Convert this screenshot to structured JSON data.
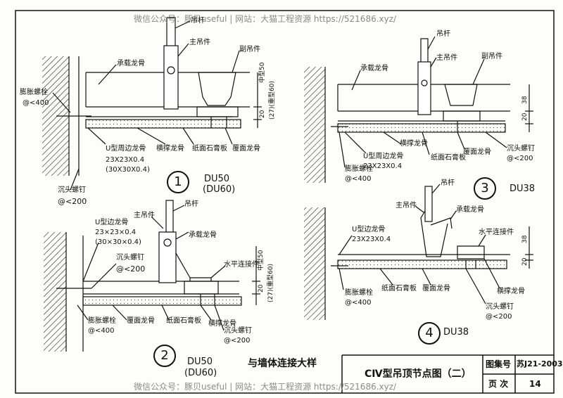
{
  "watermark_top": "微信公众号：豚贝useful | 网站：大猫工程资源 https://521686.xyz/",
  "watermark_bottom": "微信公众号：豚贝useful | 网站：大猫工程资源 https://521686.xyz/",
  "labels": {
    "diaogan": "吊杆",
    "zhudiaojian": "主吊件",
    "fudiaojian": "副吊件",
    "chengzailonggu": "承载龙骨",
    "pengzhangluoshuan": "膨胀螺栓",
    "u_bian": "U型周边龙骨",
    "hengcheng": "横撑龙骨",
    "zhimian": "纸面石膏板",
    "fumian": "覆面龙骨",
    "chentou": "沉头螺钉",
    "shuiping": "水平连接件",
    "u_bian2": "U型边龙骨"
  },
  "dims": {
    "s400": "@<400",
    "s200": "@<200",
    "u1": "23X23X0.4",
    "u1b": "(30X30X0.4)",
    "u2": "23×23×0.4",
    "u2b": "(30×30×0.4)",
    "d20": "20",
    "d38": "38",
    "d50": "中型50",
    "d60": "(27)(重型60)"
  },
  "details": {
    "d1_num": "1",
    "d1_code": "DU50",
    "d1_code2": "(DU60)",
    "d2_num": "2",
    "d2_code": "DU50",
    "d2_code2": "(DU60)",
    "d3_num": "3",
    "d3_code": "DU38",
    "d4_num": "4",
    "d4_code": "DU38"
  },
  "caption": "与墙体连接大样",
  "title_block": {
    "title": "CⅣ型吊顶节点图（二）",
    "atlas_label": "图集号",
    "atlas_value": "苏J21-2003",
    "page_label": "页 次",
    "page_value": "14"
  }
}
